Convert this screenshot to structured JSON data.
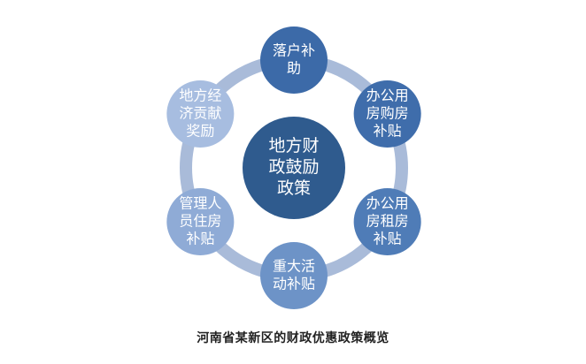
{
  "center": {
    "lines": [
      "地方财",
      "政鼓励",
      "政策"
    ],
    "color": "#2f5b8e"
  },
  "ring_color": "#a9bbd9",
  "nodes": [
    {
      "id": "top",
      "lines": [
        "落户补",
        "助"
      ],
      "color": "#3c6aa8"
    },
    {
      "id": "upper-right",
      "lines": [
        "办公用",
        "房购房",
        "补贴"
      ],
      "color": "#3f6dab"
    },
    {
      "id": "lower-right",
      "lines": [
        "办公用",
        "房租房",
        "补贴"
      ],
      "color": "#4f7cb7"
    },
    {
      "id": "bottom",
      "lines": [
        "重大活",
        "动补贴"
      ],
      "color": "#6d93c7"
    },
    {
      "id": "lower-left",
      "lines": [
        "管理人",
        "员住房",
        "补贴"
      ],
      "color": "#8fabd6"
    },
    {
      "id": "upper-left",
      "lines": [
        "地方经",
        "济贡献",
        "奖励"
      ],
      "color": "#a7bde0"
    }
  ],
  "caption": "河南省某新区的财政优惠政策概览"
}
